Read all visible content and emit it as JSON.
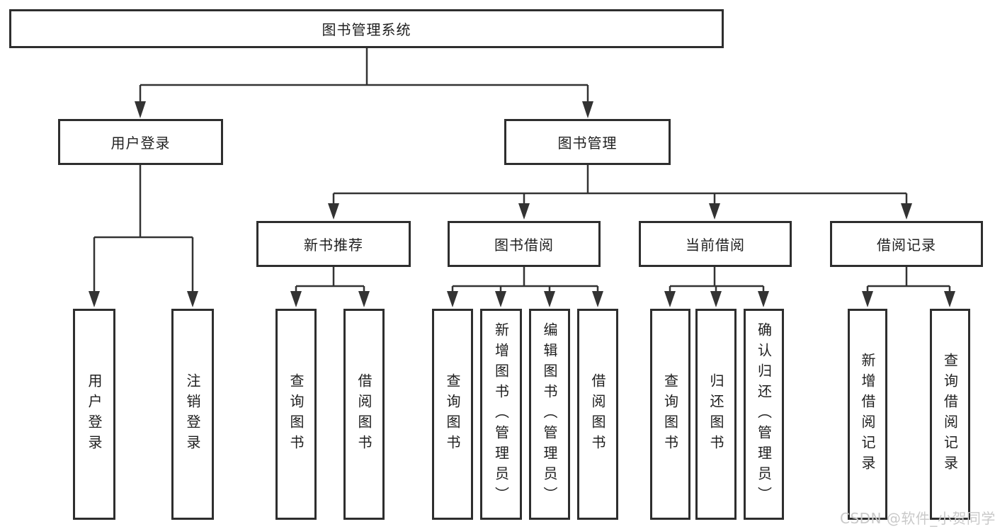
{
  "diagram": {
    "root": {
      "label": "图书管理系统"
    },
    "children": [
      {
        "label": "用户登录",
        "children": [
          {
            "label": "用户登录"
          },
          {
            "label": "注销登录"
          }
        ]
      },
      {
        "label": "图书管理",
        "children": [
          {
            "label": "新书推荐",
            "children": [
              {
                "label": "查询图书"
              },
              {
                "label": "借阅图书"
              }
            ]
          },
          {
            "label": "图书借阅",
            "children": [
              {
                "label": "查询图书"
              },
              {
                "label": "新增图书（管理员）"
              },
              {
                "label": "编辑图书（管理员）"
              },
              {
                "label": "借阅图书"
              }
            ]
          },
          {
            "label": "当前借阅",
            "children": [
              {
                "label": "查询图书"
              },
              {
                "label": "归还图书"
              },
              {
                "label": "确认归还（管理员）"
              }
            ]
          },
          {
            "label": "借阅记录",
            "children": [
              {
                "label": "新增借阅记录"
              },
              {
                "label": "查询借阅记录"
              }
            ]
          }
        ]
      }
    ]
  },
  "watermark": {
    "text": "CSDN @软件_小贺同学"
  },
  "colors": {
    "line": "#333333",
    "box_border": "#2e2e2e",
    "text": "#1f1f1f",
    "watermark": "#c9c9c9",
    "background": "#ffffff"
  }
}
